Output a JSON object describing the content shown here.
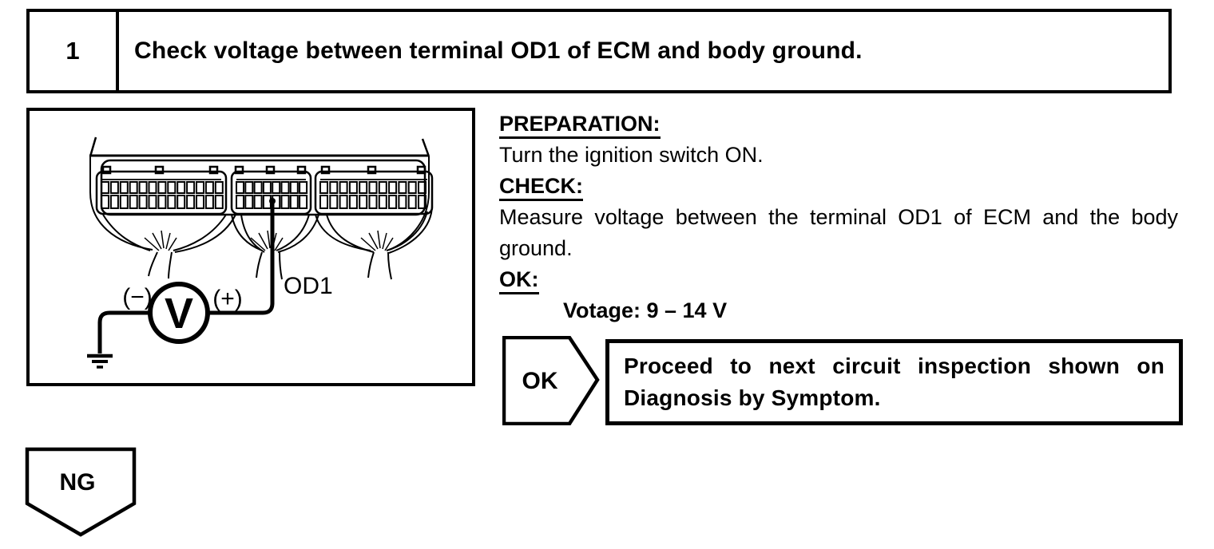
{
  "step": {
    "number": "1",
    "title": "Check voltage between terminal OD1 of ECM and body ground."
  },
  "instructions": {
    "preparation_label": "PREPARATION:",
    "preparation_text": "Turn the ignition switch ON.",
    "check_label": "CHECK:",
    "check_text": "Measure voltage between the terminal OD1 of ECM and the body ground.",
    "ok_label": "OK:",
    "ok_spec": "Votage: 9 – 14 V"
  },
  "diagram": {
    "terminal_label": "OD1",
    "meter_symbol": "V",
    "negative_probe_label": "(−)",
    "positive_probe_label": "(+)"
  },
  "flow": {
    "ok_flag": "OK",
    "ok_action": "Proceed to next circuit inspection shown on Diagnosis by Symptom.",
    "ng_flag": "NG"
  },
  "colors": {
    "ink": "#000000",
    "paper": "#ffffff"
  }
}
